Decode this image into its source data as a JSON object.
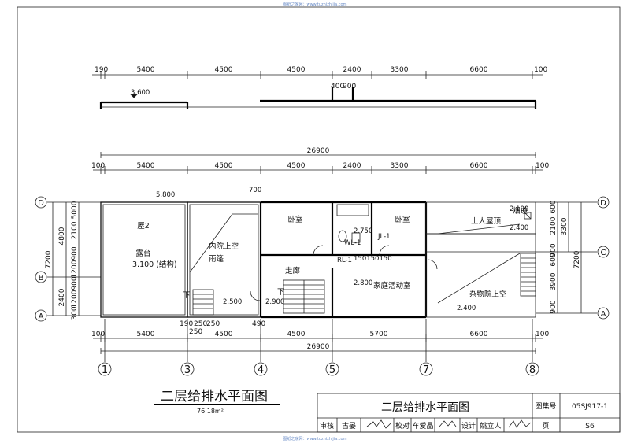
{
  "watermark_top": "图纸之家网：www.tuzhizhijia.com",
  "watermark_bottom": "图纸之家网：www.tuzhizhijia.com",
  "top_strip": {
    "dims": [
      "190",
      "5400",
      "4500",
      "4500",
      "2400",
      "3300",
      "6600",
      "100"
    ],
    "small_dims": [
      "400",
      "900"
    ],
    "elev": "3.600"
  },
  "overall_top": "26900",
  "top_dims": [
    "100",
    "5400",
    "4500",
    "4500",
    "2400",
    "3300",
    "6600",
    "100"
  ],
  "bottom_dims": [
    "100",
    "5400",
    "4500",
    "4500",
    "5700",
    "6600",
    "100"
  ],
  "overall_bottom": "26900",
  "small_bottom_dims": [
    "190",
    "250",
    "250",
    "490",
    "250"
  ],
  "left_dims_outer": [
    "4800",
    "2400"
  ],
  "left_dims_inner": [
    "5000",
    "2100",
    "900",
    "1200",
    "900",
    "1200",
    "300"
  ],
  "left_total": "7200",
  "right_dims_inner": [
    "600",
    "2100",
    "900",
    "600",
    "3900",
    "900"
  ],
  "right_dims_outer": [
    "3300"
  ],
  "right_total": "7200",
  "axes_h": [
    "D",
    "B",
    "A"
  ],
  "axes_h_right": [
    "D",
    "C",
    "A"
  ],
  "axes_v": [
    "1",
    "3",
    "4",
    "5",
    "7",
    "8"
  ],
  "rooms": {
    "room2": "屋2",
    "terrace": "露台",
    "terrace_elev": "3.100 (结构)",
    "courtyard_a": "内院上空",
    "canopy": "雨篷",
    "bedroom1": "卧室",
    "bedroom2": "卧室",
    "corridor": "走廊",
    "family": "家庭活动室",
    "roof": "上人屋顶",
    "chimney": "烟道",
    "yard": "杂物院上空",
    "down1": "下",
    "down2": "下"
  },
  "elevs": [
    "5.800",
    "2.500",
    "2.900",
    "2.800",
    "2.100",
    "2.400",
    "2.400",
    "2.750"
  ],
  "labels": {
    "wl": "WL-1",
    "jl": "JL-1",
    "rl": "RL-1",
    "small": "150150150",
    "dim700": "700"
  },
  "title": "二层给排水平面图",
  "area": "76.18m²",
  "title_block": {
    "title": "二层给排水平面图",
    "atlas_label": "图集号",
    "atlas_no": "05SJ917-1",
    "review": "审核",
    "reviewer": "古晏",
    "check": "校对",
    "checker": "车爱晶",
    "design": "设计",
    "designer": "姚立人",
    "page_label": "页",
    "page_no": "S6"
  }
}
